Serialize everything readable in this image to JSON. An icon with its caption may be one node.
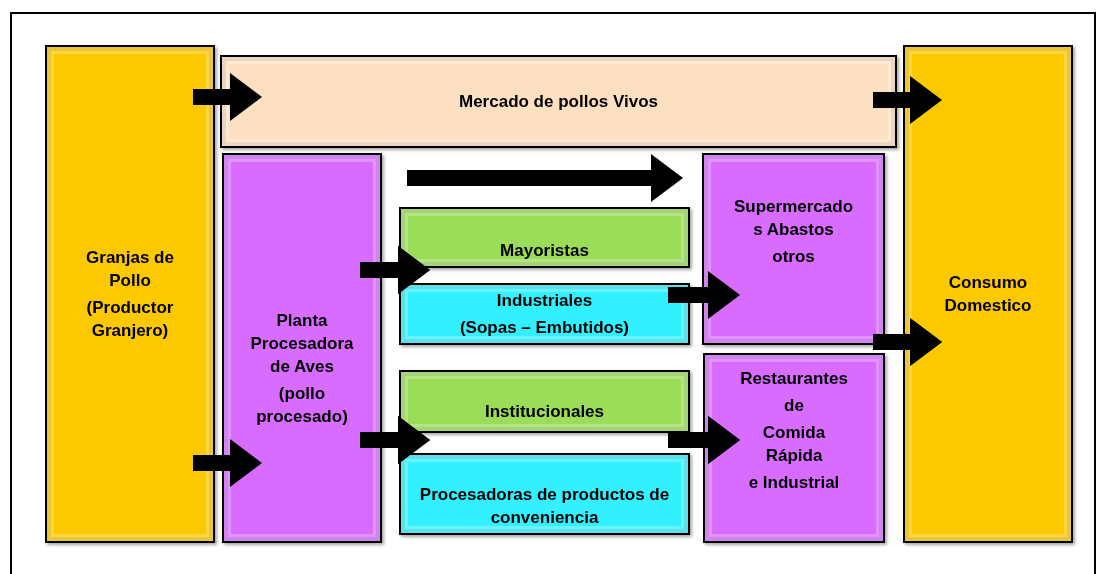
{
  "diagram": {
    "nodes": [
      {
        "text": [
          "Granjas de Pollo",
          "(Productor Granjero)"
        ]
      },
      {
        "text": [
          "Mercado de pollos Vivos"
        ]
      },
      {
        "text": [
          "Planta Procesadora de Aves",
          "(pollo procesado)"
        ]
      },
      {
        "text": [
          "Mayoristas"
        ]
      },
      {
        "text": [
          "Industriales",
          "(Sopas – Embutidos)"
        ]
      },
      {
        "text": [
          "Institucionales"
        ]
      },
      {
        "text": [
          "Procesadoras de productos de conveniencia"
        ]
      },
      {
        "text": [
          "Supermercado s Abastos",
          "otros"
        ]
      },
      {
        "text": [
          "Restaurantes",
          "de",
          "Comida Rápida",
          "e Industrial"
        ]
      },
      {
        "text": [
          "Consumo Domestico"
        ]
      }
    ],
    "edges": [
      {
        "from": 0,
        "to": 1,
        "arrow": "to"
      },
      {
        "from": 1,
        "to": 9,
        "arrow": "to"
      },
      {
        "from": 0,
        "to": 2,
        "arrow": "to"
      },
      {
        "from": 2,
        "to": 7,
        "arrow": "to"
      },
      {
        "from": 2,
        "to": 3,
        "arrow": "to"
      },
      {
        "from": 2,
        "to": 4,
        "arrow": "to"
      },
      {
        "from": 4,
        "to": 7,
        "arrow": "to"
      },
      {
        "from": 2,
        "to": 5,
        "arrow": "to"
      },
      {
        "from": 2,
        "to": 6,
        "arrow": "to"
      },
      {
        "from": 5,
        "to": 8,
        "arrow": "to"
      },
      {
        "from": 6,
        "to": 8,
        "arrow": "to"
      },
      {
        "from": 7,
        "to": 9,
        "arrow": "to"
      },
      {
        "from": 8,
        "to": 9,
        "arrow": "to"
      }
    ]
  }
}
